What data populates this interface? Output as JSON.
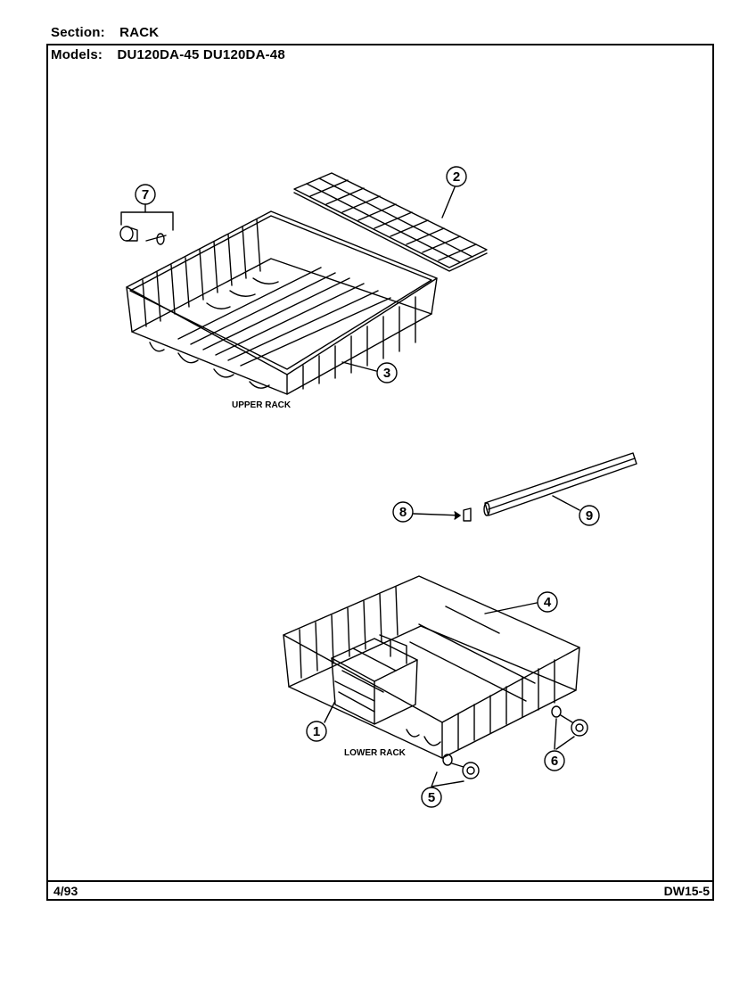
{
  "header": {
    "section_label": "Section:",
    "section_value": "RACK",
    "models_label": "Models:",
    "models_value": "DU120DA-45  DU120DA-48"
  },
  "labels": {
    "upper_rack": "UPPER RACK",
    "lower_rack": "LOWER RACK"
  },
  "callouts": [
    "7",
    "2",
    "3",
    "8",
    "9",
    "4",
    "1",
    "5",
    "6"
  ],
  "footer": {
    "date": "4/93",
    "code": "DW15-5"
  }
}
